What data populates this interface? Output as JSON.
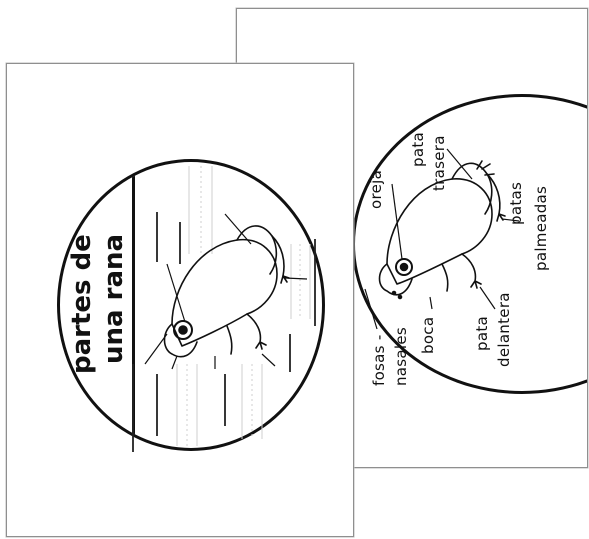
{
  "front_card": {
    "title_line1": "partes de",
    "title_line2": "una rana"
  },
  "back_card": {
    "labels": {
      "oreja": "oreja",
      "pata": "pata",
      "trasera": "trasera",
      "patas": "patas",
      "palmeadas": "palmeadas",
      "fosas": "fosas -",
      "nasales": "nasales",
      "boca": "boca",
      "pata2": "pata",
      "delantera": "delantera"
    }
  }
}
